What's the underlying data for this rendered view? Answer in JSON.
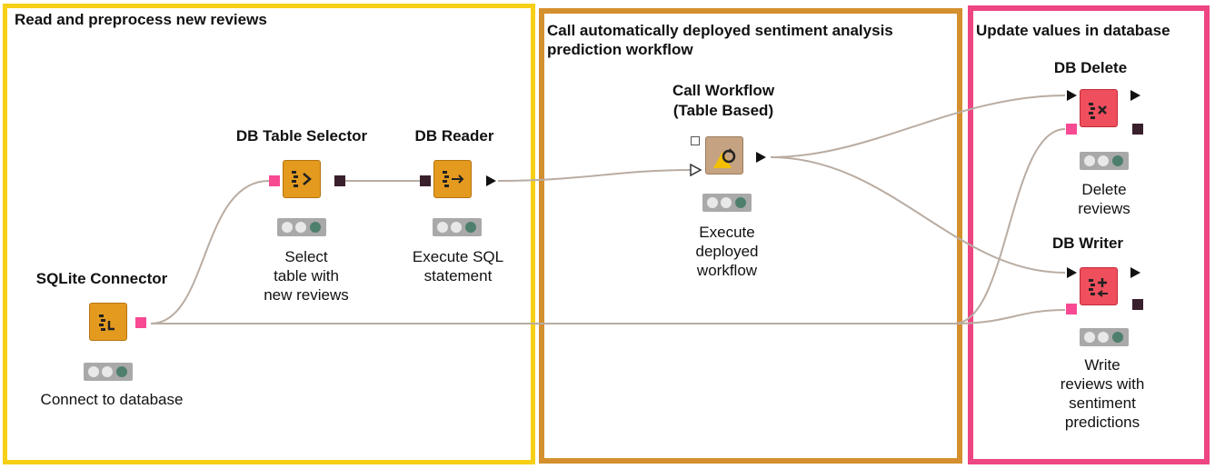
{
  "annotations": [
    {
      "id": "a1",
      "title": "Read and preprocess new reviews",
      "color": "#f7cf17"
    },
    {
      "id": "a2",
      "title": "Call automatically deployed sentiment analysis\nprediction workflow",
      "color": "#d48f2e"
    },
    {
      "id": "a3",
      "title": "Update values in database",
      "color": "#ee4583"
    }
  ],
  "nodes": {
    "sqlite": {
      "title": "SQLite Connector",
      "desc": "Connect to database",
      "icon": "sqlite-connector-icon",
      "color": "#e39a1e"
    },
    "tablesel": {
      "title": "DB Table Selector",
      "desc": "Select\ntable with\nnew reviews",
      "icon": "db-table-selector-icon",
      "color": "#e39a1e"
    },
    "reader": {
      "title": "DB Reader",
      "desc": "Execute SQL\nstatement",
      "icon": "db-reader-icon",
      "color": "#e39a1e"
    },
    "callwf": {
      "title": "Call Workflow\n(Table Based)",
      "desc": "Execute\ndeployed\nworkflow",
      "icon": "call-workflow-icon",
      "color": "#c5a382"
    },
    "delete": {
      "title": "DB Delete",
      "desc": "Delete\nreviews",
      "icon": "db-delete-icon",
      "color": "#ef4e5d"
    },
    "writer": {
      "title": "DB Writer",
      "desc": "Write\nreviews with\nsentiment\npredictions",
      "icon": "db-writer-icon",
      "color": "#ef4e5d"
    }
  },
  "colors": {
    "connection": "#b9aca2",
    "db_port": "#f74a93",
    "db_port_out": "#3a1f2c",
    "status_ok": "#4e7f6d"
  }
}
